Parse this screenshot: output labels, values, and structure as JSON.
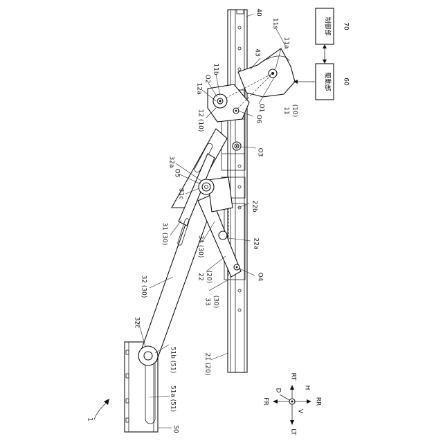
{
  "figure": {
    "labels": {
      "l40": "40",
      "l70": "70",
      "l60": "60",
      "ctrl": "制御部",
      "drive": "駆動部",
      "l11s": "11s",
      "l43": "43",
      "l11a": "11a",
      "l11b": "11b",
      "lO2": "O2",
      "l12a": "12a",
      "lO1": "O1",
      "l11": "11",
      "l11p": "(10)",
      "l12": "12 (10)",
      "lO6": "O6",
      "lO3": "O3",
      "l32a": "32a",
      "lO5": "O5",
      "l31c": "31c",
      "l22b": "22b",
      "l31": "31 (30)",
      "l34": "34 (30)",
      "l22a": "22a",
      "l22": "22",
      "l22p": "(20)",
      "lO4": "O4",
      "l32": "32 (30)",
      "l33": "33",
      "l33p": "(30)",
      "l32c": "32c",
      "l51b": "51b (51)",
      "l21": "21 (20)",
      "l51a": "51a (51)",
      "l50": "50",
      "l1": "1",
      "dFR": "FR",
      "dD": "D",
      "dRT": "RT",
      "dH": "H",
      "dRR": "RR",
      "dV": "V",
      "dLT": "LT"
    }
  }
}
